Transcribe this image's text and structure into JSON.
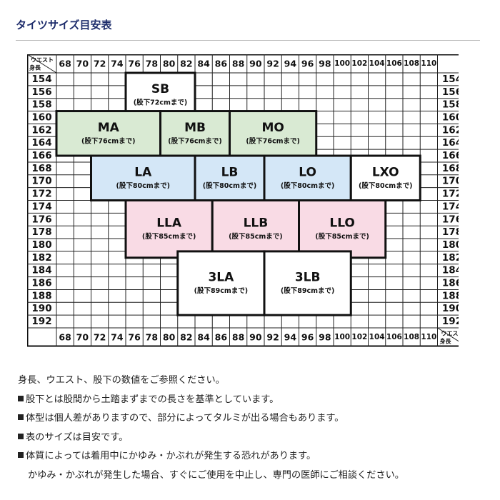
{
  "title": "タイツサイズ目安表",
  "grid": {
    "waist_label": "ウエスト",
    "height_label": "身長",
    "waists": [
      "68",
      "70",
      "72",
      "74",
      "76",
      "78",
      "80",
      "82",
      "84",
      "86",
      "88",
      "90",
      "92",
      "94",
      "96",
      "98",
      "100",
      "102",
      "104",
      "106",
      "108",
      "110"
    ],
    "heights": [
      "154",
      "156",
      "158",
      "160",
      "162",
      "164",
      "166",
      "168",
      "170",
      "172",
      "174",
      "176",
      "178",
      "180",
      "182",
      "184",
      "186",
      "188",
      "190",
      "192"
    ]
  },
  "sizes": [
    {
      "name": "SB",
      "inseam": "(股下72cmまで)",
      "color": "#ffffff",
      "waist_from": 76,
      "waist_to": 84,
      "height_from": 154,
      "height_to": 161
    },
    {
      "name": "MA",
      "inseam": "(股下76cmまで)",
      "color": "#d9ead3",
      "waist_from": 68,
      "waist_to": 80,
      "height_from": 160,
      "height_to": 167
    },
    {
      "name": "MB",
      "inseam": "(股下76cmまで)",
      "color": "#d9ead3",
      "waist_from": 80,
      "waist_to": 88,
      "height_from": 160,
      "height_to": 167
    },
    {
      "name": "MO",
      "inseam": "(股下76cmまで)",
      "color": "#d9ead3",
      "waist_from": 88,
      "waist_to": 98,
      "height_from": 160,
      "height_to": 167
    },
    {
      "name": "LA",
      "inseam": "(股下80cmまで)",
      "color": "#d4e7f7",
      "waist_from": 72,
      "waist_to": 84,
      "height_from": 167,
      "height_to": 174
    },
    {
      "name": "LB",
      "inseam": "(股下80cmまで)",
      "color": "#d4e7f7",
      "waist_from": 84,
      "waist_to": 92,
      "height_from": 167,
      "height_to": 174
    },
    {
      "name": "LO",
      "inseam": "(股下80cmまで)",
      "color": "#d4e7f7",
      "waist_from": 92,
      "waist_to": 102,
      "height_from": 167,
      "height_to": 174
    },
    {
      "name": "LXO",
      "inseam": "(股下80cmまで)",
      "color": "#ffffff",
      "waist_from": 102,
      "waist_to": 110,
      "height_from": 167,
      "height_to": 174
    },
    {
      "name": "LLA",
      "inseam": "(股下85cmまで)",
      "color": "#f9dbe5",
      "waist_from": 76,
      "waist_to": 86,
      "height_from": 174,
      "height_to": 183
    },
    {
      "name": "LLB",
      "inseam": "(股下85cmまで)",
      "color": "#f9dbe5",
      "waist_from": 86,
      "waist_to": 96,
      "height_from": 174,
      "height_to": 183
    },
    {
      "name": "LLO",
      "inseam": "(股下85cmまで)",
      "color": "#f9dbe5",
      "waist_from": 96,
      "waist_to": 106,
      "height_from": 174,
      "height_to": 183
    },
    {
      "name": "3LA",
      "inseam": "(股下89cmまで)",
      "color": "#ffffff",
      "waist_from": 82,
      "waist_to": 92,
      "height_from": 182,
      "height_to": 192
    },
    {
      "name": "3LB",
      "inseam": "(股下89cmまで)",
      "color": "#ffffff",
      "waist_from": 92,
      "waist_to": 102,
      "height_from": 182,
      "height_to": 192
    }
  ],
  "notes": {
    "intro": "身長、ウエスト、股下の数値をご参照ください。",
    "bullets": [
      "股下とは股間から土踏まずまでの長さを基準としています。",
      "体型は個人差がありますので、部分によってタルミが出る場合もあります。",
      "表のサイズは目安です。",
      "体質によっては着用中にかゆみ・かぶれが発生する恐れがあります。"
    ],
    "continuation": "かゆみ・かぶれが発生した場合、すぐにご使用を中止し、専門の医師にご相談ください。"
  }
}
